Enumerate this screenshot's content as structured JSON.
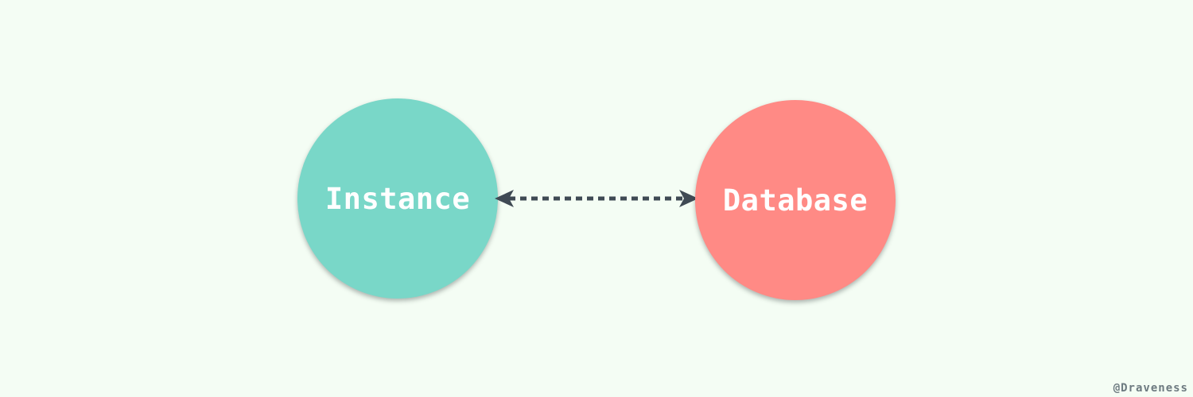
{
  "diagram": {
    "background_color": "#f4fdf4",
    "nodes": [
      {
        "id": "instance",
        "label": "Instance",
        "color": "#79d7c8",
        "text_color": "#ffffff"
      },
      {
        "id": "database",
        "label": "Database",
        "color": "#ff8a85",
        "text_color": "#ffffff"
      }
    ],
    "edge": {
      "from": "Instance",
      "to": "Database",
      "direction": "bidirectional",
      "style": "dashed",
      "color": "#3f4a54"
    },
    "watermark": "@Draveness"
  }
}
